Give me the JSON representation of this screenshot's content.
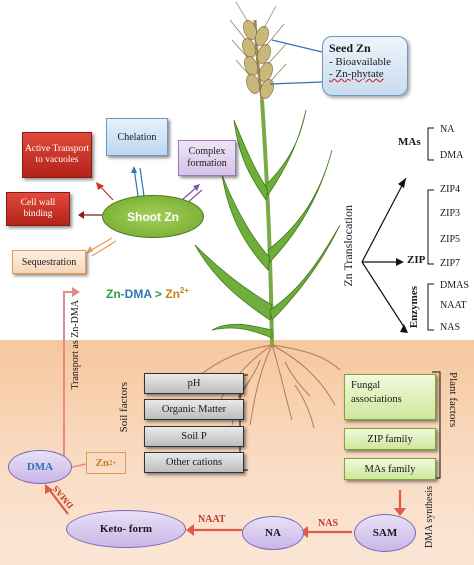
{
  "seed": {
    "title": "Seed Zn",
    "item1": "- Bioavailable",
    "item2": "- Zn-phytate"
  },
  "shoot": {
    "label": "Shoot Zn"
  },
  "boxes": {
    "active_transport": "Active Transport to vacuoles",
    "cell_wall": "Cell wall binding",
    "chelation": "Chelation",
    "complex": "Complex formation",
    "sequestration": "Sequestration"
  },
  "equation": {
    "left": "Zn-DMA",
    "gt": " > ",
    "right": "Zn",
    "sup": "2+"
  },
  "translocation": {
    "label": "Zn Translocation",
    "mas": {
      "label": "MAs",
      "items": [
        "NA",
        "DMA"
      ]
    },
    "zip": {
      "label": "ZIP",
      "items": [
        "ZIP4",
        "ZIP3",
        "ZIP5",
        "ZIP7"
      ]
    },
    "enzymes": {
      "label": "Enzymes",
      "items": [
        "DMAS",
        "NAAT",
        "NAS"
      ]
    }
  },
  "soil_factors": {
    "label": "Soil factors",
    "items": [
      "pH",
      "Organic Matter",
      "Soil P",
      "Other cations"
    ]
  },
  "plant_factors": {
    "label": "Plant factors",
    "items": [
      "Fungal associations",
      "ZIP family",
      "MAs family"
    ]
  },
  "zn_soil": {
    "label": "Zn",
    "sup": "2+"
  },
  "transport_label": "Transport as Zn-DMA",
  "cycle": {
    "dma": "DMA",
    "keto": "Keto- form",
    "na": "NA",
    "sam": "SAM",
    "naat": "NAAT",
    "nas": "NAS",
    "dmas": "DMAS",
    "dma_synthesis": "DMA synthesis"
  },
  "colors": {
    "red": "#c0392b",
    "blue": "#2e75b6",
    "green": "#2e9e3c",
    "orange": "#c8811a"
  }
}
